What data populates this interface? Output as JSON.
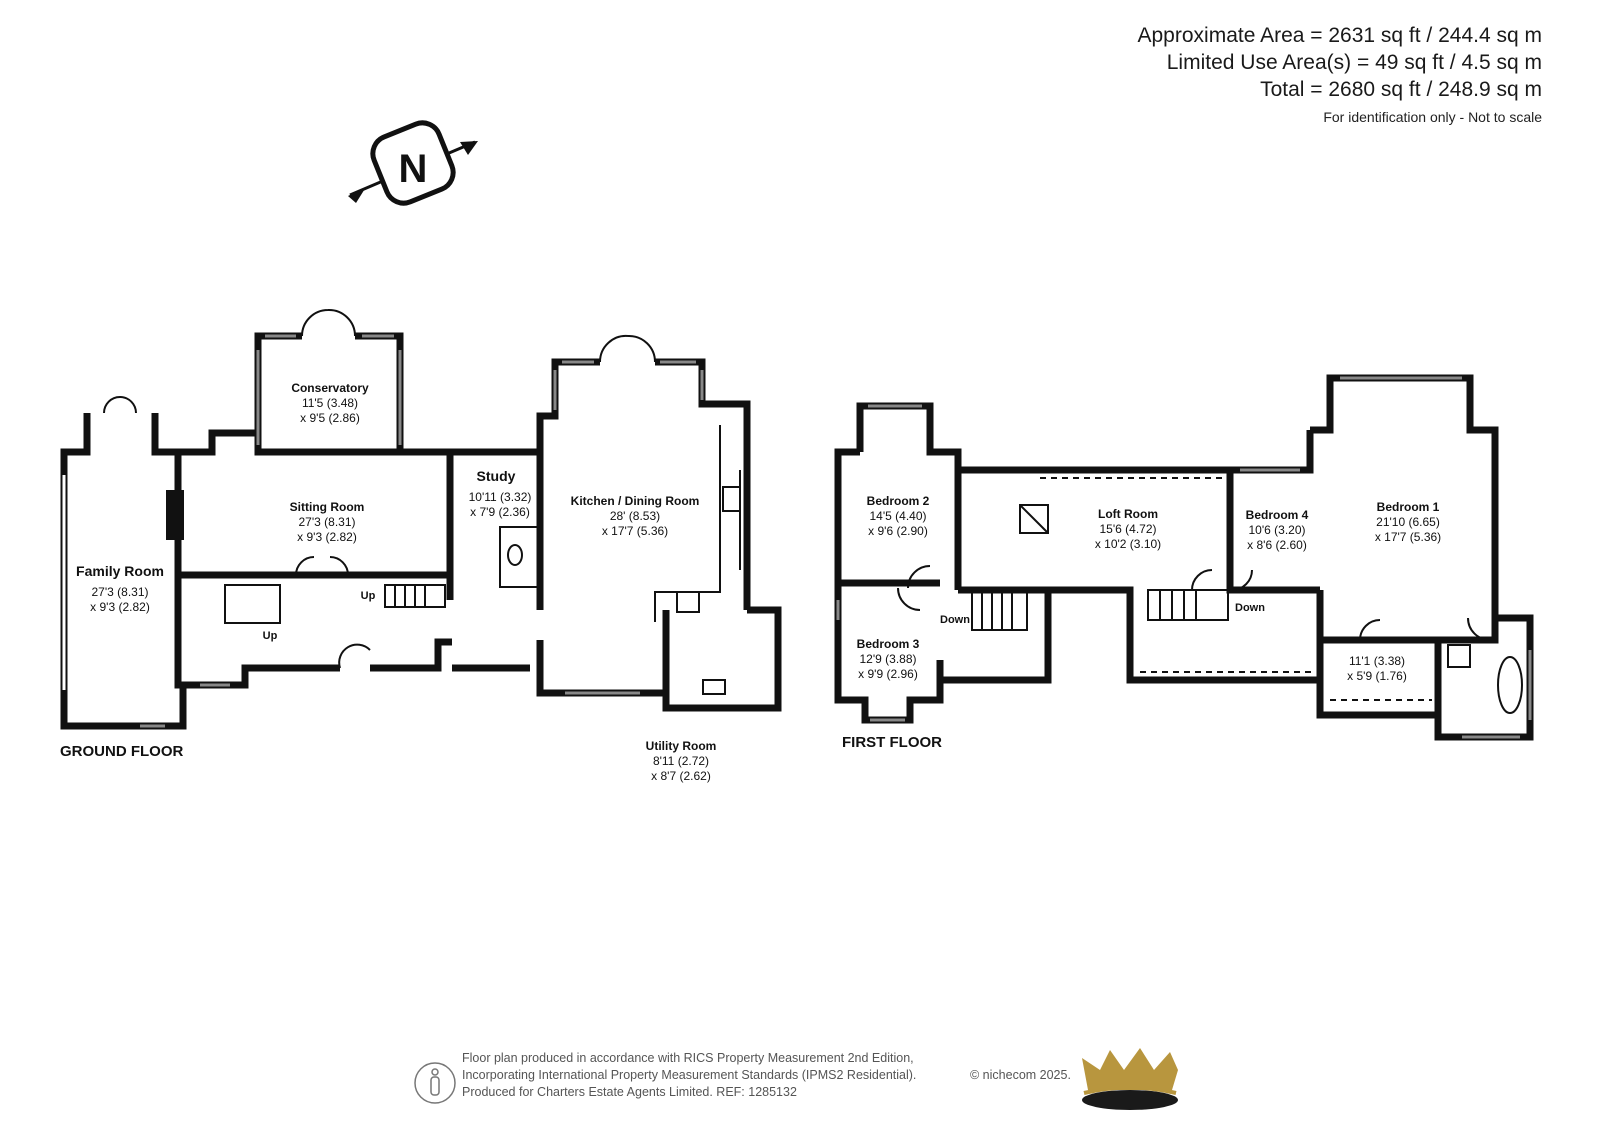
{
  "areas": {
    "approximate": "Approximate Area = 2631 sq ft / 244.4 sq m",
    "limited": "Limited Use Area(s) = 49 sq ft / 4.5 sq m",
    "total": "Total = 2680 sq ft / 248.9 sq m",
    "note": "For identification only - Not to scale"
  },
  "compass": {
    "letter": "N"
  },
  "ground_floor": {
    "label": "GROUND FLOOR",
    "rooms": {
      "family": {
        "name": "Family Room",
        "dim1": "27'3 (8.31)",
        "dim2": "x 9'3 (2.82)"
      },
      "conservatory": {
        "name": "Conservatory",
        "dim1": "11'5 (3.48)",
        "dim2": "x 9'5 (2.86)"
      },
      "sitting": {
        "name": "Sitting Room",
        "dim1": "27'3 (8.31)",
        "dim2": "x 9'3 (2.82)"
      },
      "study": {
        "name": "Study",
        "dim1": "10'11 (3.32)",
        "dim2": "x 7'9 (2.36)"
      },
      "kitchen": {
        "name": "Kitchen / Dining Room",
        "dim1": "28' (8.53)",
        "dim2": "x 17'7 (5.36)"
      },
      "utility": {
        "name": "Utility Room",
        "dim1": "8'11 (2.72)",
        "dim2": "x 8'7 (2.62)"
      }
    },
    "stairs": {
      "up1": "Up",
      "up2": "Up"
    }
  },
  "first_floor": {
    "label": "FIRST FLOOR",
    "rooms": {
      "bed2": {
        "name": "Bedroom 2",
        "dim1": "14'5 (4.40)",
        "dim2": "x 9'6 (2.90)"
      },
      "bed3": {
        "name": "Bedroom 3",
        "dim1": "12'9 (3.88)",
        "dim2": "x 9'9 (2.96)"
      },
      "loft": {
        "name": "Loft Room",
        "dim1": "15'6 (4.72)",
        "dim2": "x 10'2 (3.10)"
      },
      "bed4": {
        "name": "Bedroom 4",
        "dim1": "10'6 (3.20)",
        "dim2": "x 8'6 (2.60)"
      },
      "bed1": {
        "name": "Bedroom 1",
        "dim1": "21'10 (6.65)",
        "dim2": "x 17'7 (5.36)"
      },
      "dressing": {
        "dim1": "11'1 (3.38)",
        "dim2": "x 5'9 (1.76)"
      }
    },
    "stairs": {
      "down1": "Down",
      "down2": "Down"
    }
  },
  "footer": {
    "line1": "Floor plan produced in accordance with RICS Property Measurement 2nd Edition,",
    "line2": "Incorporating International Property Measurement Standards (IPMS2 Residential).",
    "line3": "Produced for Charters Estate Agents Limited.   REF: 1285132",
    "copyright": "© nichecom 2025."
  },
  "colors": {
    "wall": "#111111",
    "logo_gold": "#b8963e",
    "logo_dark": "#1a1a1a",
    "footer_text": "#555555"
  }
}
